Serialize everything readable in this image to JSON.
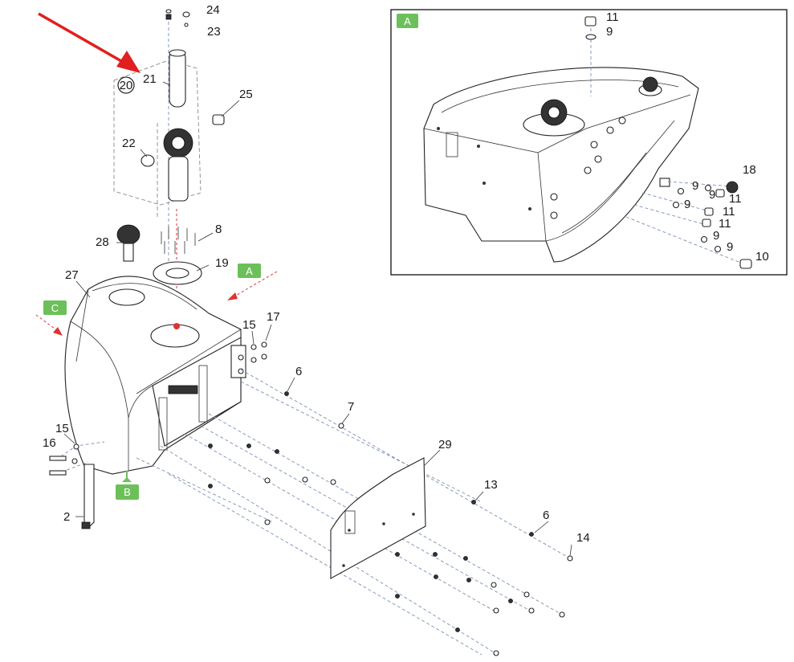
{
  "callouts": {
    "c24": "24",
    "c23": "23",
    "c21": "21",
    "c20": "20",
    "c22": "22",
    "c25": "25",
    "c8": "8",
    "c28": "28",
    "c19": "19",
    "c27": "27",
    "c15a": "15",
    "c17": "17",
    "c6a": "6",
    "c7": "7",
    "c15b": "15",
    "c16": "16",
    "c2": "2",
    "c29": "29",
    "c13": "13",
    "c6b": "6",
    "c14": "14",
    "d11a": "11",
    "d9a": "9",
    "d18": "18",
    "d9b": "9",
    "d9c": "9",
    "d11b": "11",
    "d9d": "9",
    "d11c": "11",
    "d11d": "11",
    "d9e": "9",
    "d9f": "9",
    "d10": "10"
  },
  "view_badges": {
    "a_main": "A",
    "c_main": "C",
    "b_main": "B",
    "a_inset": "A"
  },
  "colors": {
    "badge_green": "#6cc05a",
    "arrow_red": "#e02020",
    "leader_blue": "#7a8fb5"
  }
}
